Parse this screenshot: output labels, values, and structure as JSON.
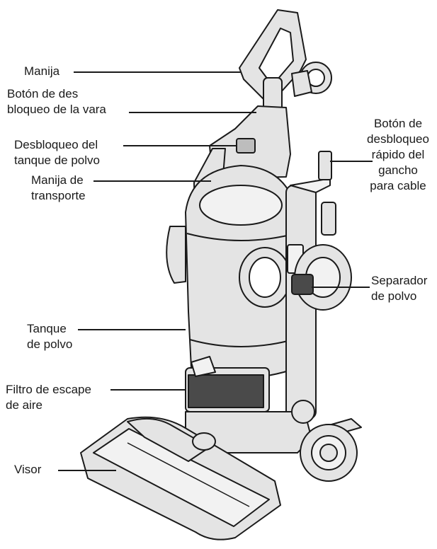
{
  "labels": {
    "manija": "Manija",
    "boton_vara": "Botón de des\nbloqueo de la vara",
    "desbloqueo_tanque": "Desbloqueo del\ntanque de polvo",
    "manija_transporte": "Manija de\ntransporte",
    "boton_gancho": "Botón de\ndesbloqueo\nrápido del\ngancho\npara cable",
    "separador": "Separador\nde polvo",
    "tanque": "Tanque\nde polvo",
    "filtro": "Filtro de escape\nde aire",
    "visor": "Visor"
  },
  "colors": {
    "ink": "#1a1a1a",
    "body_fill": "#e4e4e4",
    "dark_fill": "#4a4a4a",
    "light_fill": "#f2f2f2"
  }
}
